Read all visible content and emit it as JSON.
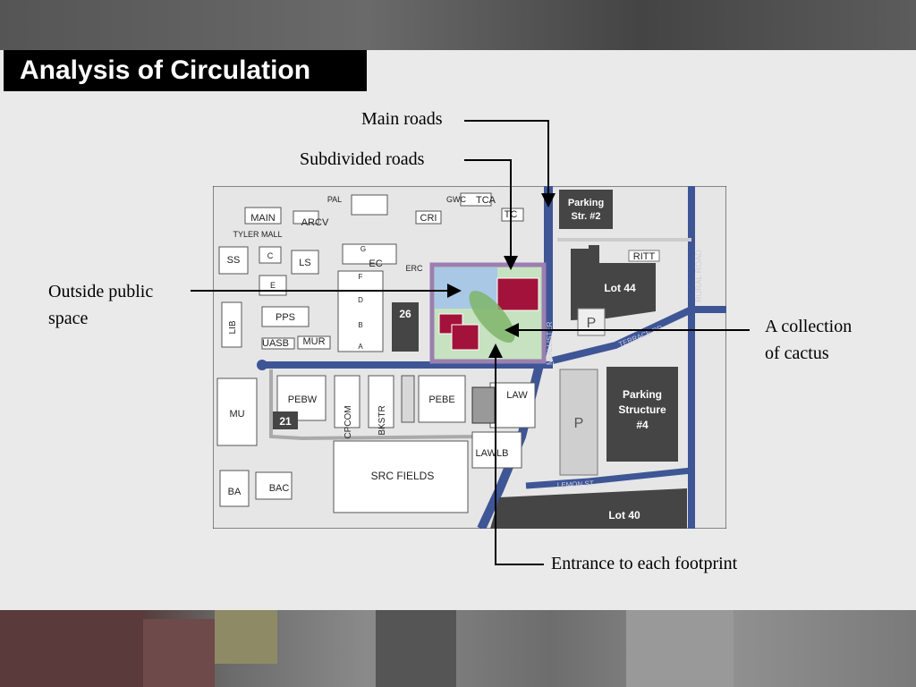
{
  "title": "Analysis of Circulation",
  "labels": {
    "main_roads": "Main roads",
    "subdivided_roads": "Subdivided roads",
    "outside_public_space_1": "Outside public",
    "outside_public_space_2": "space",
    "cactus_1": "A collection",
    "cactus_2": "of cactus",
    "entrance": "Entrance to each footprint"
  },
  "map": {
    "buildings": {
      "main": "MAIN",
      "tyler_mall": "TYLER  MALL",
      "arcv": "ARCV",
      "pal": "PAL",
      "cri": "CRI",
      "gwc": "GWC",
      "tca": "TCA",
      "tc": "TC",
      "parking_str_2_line1": "Parking",
      "parking_str_2_line2": "Str. #2",
      "ritt": "RITT",
      "lot44": "Lot 44",
      "p_small": "P",
      "p_large": "P",
      "terrace_rd": "TERRACE RD",
      "rural_road": "RURAL ROAD",
      "mcallister": "McALLISTER",
      "ss": "SS",
      "c": "C",
      "e": "E",
      "ls": "LS",
      "ec": "EC",
      "erc": "ERC",
      "g": "G",
      "f": "F",
      "b": "B",
      "a": "A",
      "d": "D",
      "n26": "26",
      "lib": "LIB",
      "pps": "PPS",
      "uasb": "UASB",
      "mur": "MUR",
      "mu": "MU",
      "pebw": "PEBW",
      "cpcom": "CPCOM",
      "bkstr": "BKSTR",
      "pebe": "PEBE",
      "law": "LAW",
      "lawlb": "LAWLB",
      "n21": "21",
      "src_fields": "SRC  FIELDS",
      "ba": "BA",
      "bac": "BAC",
      "lemon_st": "LEMON ST.",
      "lot40": "Lot 40",
      "parking_str_4_line1": "Parking",
      "parking_str_4_line2": "Structure",
      "parking_str_4_line3": "#4"
    }
  },
  "colors": {
    "road_blue": "#3e5596",
    "lot_dark": "#454545",
    "footprint_red": "#a3123a",
    "cactus_green": "#7fb56a",
    "site_blue": "#a8c8e6",
    "site_border": "#9b7fb0"
  }
}
